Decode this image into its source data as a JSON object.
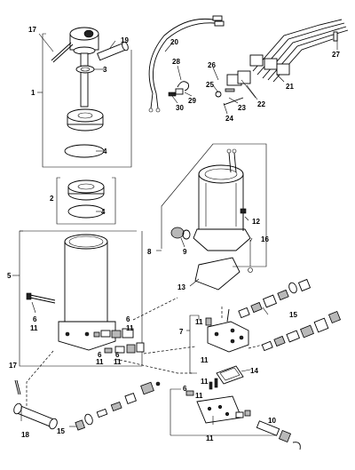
{
  "diagram": {
    "labels": {
      "l1": "1",
      "l2": "2",
      "l3": "3",
      "l4a": "4",
      "l4b": "4",
      "l5": "5",
      "l6a": "6",
      "l6b": "6",
      "l6c": "6",
      "l6d": "6",
      "l6e": "6",
      "l7": "7",
      "l8": "8",
      "l9": "9",
      "l10": "10",
      "l11a": "11",
      "l11b": "11",
      "l11c": "11",
      "l11d": "11",
      "l11e": "11",
      "l11f": "11",
      "l11g": "11",
      "l11h": "11",
      "l11i": "11",
      "l12": "12",
      "l13": "13",
      "l14": "14",
      "l15a": "15",
      "l15b": "15",
      "l16": "16",
      "l17a": "17",
      "l17b": "17",
      "l18": "18",
      "l19": "19",
      "l20": "20",
      "l21": "21",
      "l22": "22",
      "l23": "23",
      "l24": "24",
      "l25": "25",
      "l26": "26",
      "l27": "27",
      "l28": "28",
      "l29": "29",
      "l30": "30"
    }
  }
}
